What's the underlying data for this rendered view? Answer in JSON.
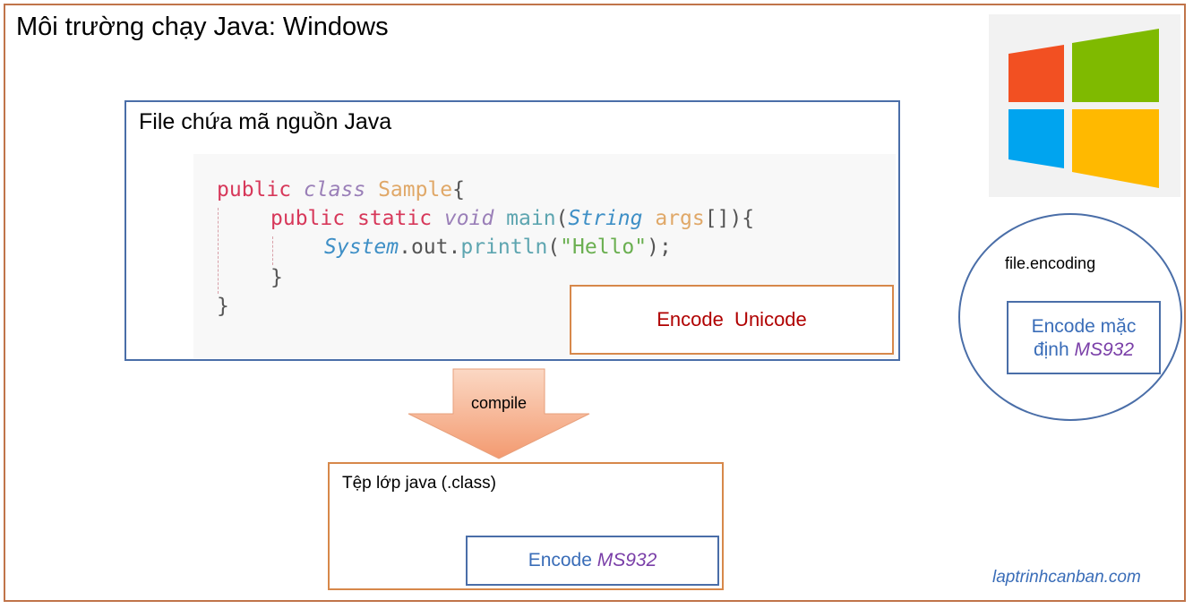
{
  "title": "Môi trường chạy Java: Windows",
  "source_box": {
    "title": "File chứa mã nguồn Java",
    "code": {
      "line1": {
        "kw": "public",
        "kw2": "class",
        "cls": "Sample",
        "brace": "{"
      },
      "line2": {
        "kw": "public",
        "kw2": "static",
        "kw3": "void",
        "fn": "main",
        "open": "(",
        "type": "String",
        "arg": "args",
        "close": "[]){"
      },
      "line3": {
        "obj": "System",
        "dot1": ".",
        "field": "out",
        "dot2": ".",
        "fn": "println",
        "open": "(",
        "str": "\"Hello\"",
        "close": ");"
      },
      "line4": "}",
      "line5": "}"
    },
    "encode_label": "Encode  Unicode"
  },
  "arrow_label": "compile",
  "class_box": {
    "title": "Tệp lớp java (.class)",
    "encode_prefix": "Encode ",
    "encode_value": "MS932"
  },
  "env": {
    "property": "file.encoding",
    "default_line1": "Encode mặc",
    "default_line2_prefix": "định ",
    "default_value": "MS932"
  },
  "footer": "laptrinhcanban.com",
  "colors": {
    "frame": "#c0744a",
    "blue_border": "#4a6ea8",
    "orange_border": "#d7884a",
    "unicode_text": "#b00000",
    "ms932_text": "#7a3fa8",
    "logo_red": "#f25022",
    "logo_green": "#7fba00",
    "logo_blue": "#00a4ef",
    "logo_yellow": "#ffb900"
  },
  "icons": [
    "windows-logo-icon",
    "down-arrow-icon"
  ]
}
